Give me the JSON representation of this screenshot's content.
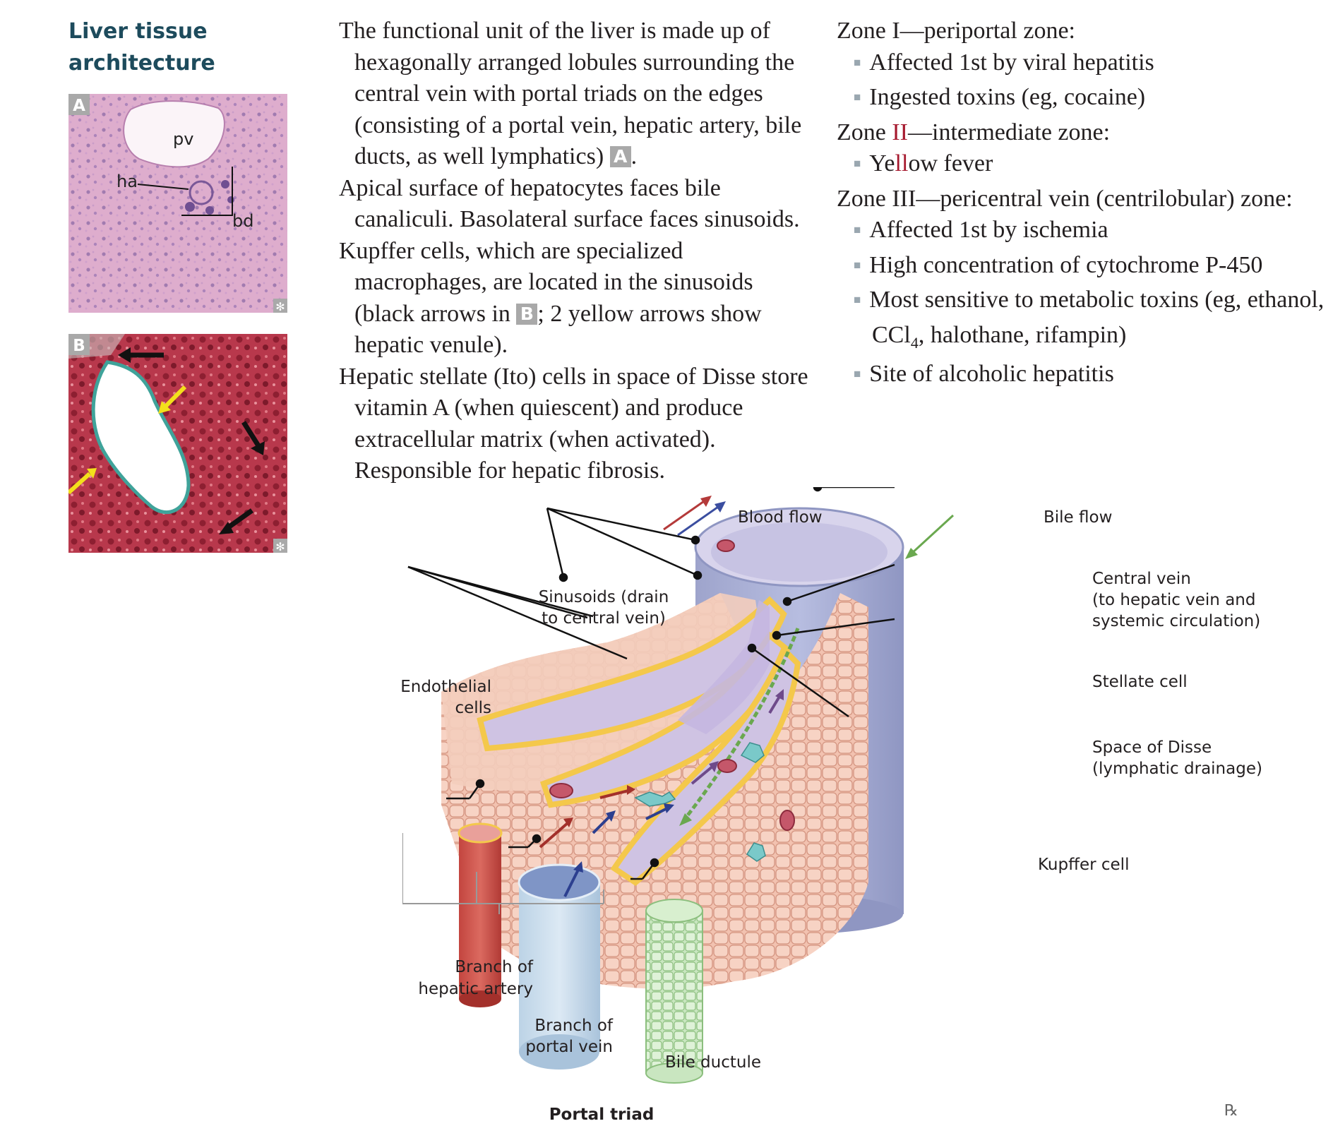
{
  "heading": {
    "line1": "Liver tissue",
    "line2": "architecture"
  },
  "micrographs": {
    "a": {
      "panel_label": "A",
      "labels": {
        "pv": "pv",
        "ha": "ha",
        "bd": "bd"
      },
      "corner_mark": "✻"
    },
    "b": {
      "panel_label": "B",
      "corner_mark": "✻"
    }
  },
  "middle_text": {
    "p1": {
      "text": "The functional unit of the liver is made up of hexagonally arranged lobules surrounding the central vein with portal triads on the edges (consisting of a portal vein, hepatic artery, bile ducts, as well lymphatics) ",
      "ref": "A",
      "end": "."
    },
    "p2": "Apical surface of hepatocytes faces bile canaliculi. Basolateral surface faces sinusoids.",
    "p3": {
      "before": "Kupffer cells, which are specialized macrophages, are located in the sinusoids (black arrows in ",
      "ref": "B",
      "after": "; 2 yellow arrows show hepatic venule)."
    },
    "p4": "Hepatic stellate (Ito) cells in space of Disse store vitamin A (when quiescent) and produce extracellular matrix (when activated). Responsible for hepatic fibrosis."
  },
  "zones": {
    "zone1": {
      "heading": "Zone I—periportal zone:",
      "items": [
        "Affected 1st by viral hepatitis",
        "Ingested toxins (eg, cocaine)"
      ]
    },
    "zone2": {
      "prefix": "Zone ",
      "numeral": "II",
      "suffix": "—intermediate zone:",
      "item": {
        "a": "Ye",
        "b": "ll",
        "c": "ow fever"
      }
    },
    "zone3": {
      "heading": "Zone III—pericentral vein (centrilobular) zone:",
      "items": [
        "Affected 1st by ischemia",
        "High concentration of cytochrome P-450"
      ],
      "item3": {
        "a": "Most sensitive to metabolic toxins (eg, ethanol, CCl",
        "sub": "4",
        "b": ", halothane, rifampin)"
      },
      "item4": "Site of alcoholic hepatitis"
    }
  },
  "diagram": {
    "blood_flow": "Blood flow",
    "bile_flow": "Bile flow",
    "sinusoids": [
      "Sinusoids (drain",
      "to central vein)"
    ],
    "endothelial": [
      "Endothelial",
      "cells"
    ],
    "central_vein": [
      "Central vein",
      "(to hepatic vein and",
      "systemic circulation)"
    ],
    "stellate": "Stellate cell",
    "disse": [
      "Space of Disse",
      "(lymphatic drainage)"
    ],
    "kupffer": "Kupffer cell",
    "hepatic_artery": [
      "Branch of",
      "hepatic artery"
    ],
    "portal_vein": [
      "Branch of",
      "portal vein"
    ],
    "bile_ductule": "Bile ductule",
    "portal_triad": "Portal triad",
    "rx_mark": "℞"
  },
  "colors": {
    "heading": "#1d4b5c",
    "accent_red": "#a6192e",
    "bullet": "#9aa7b0",
    "artery": "#b43a3a",
    "vein": "#3b4ea0",
    "bile": "#6aa84f"
  }
}
